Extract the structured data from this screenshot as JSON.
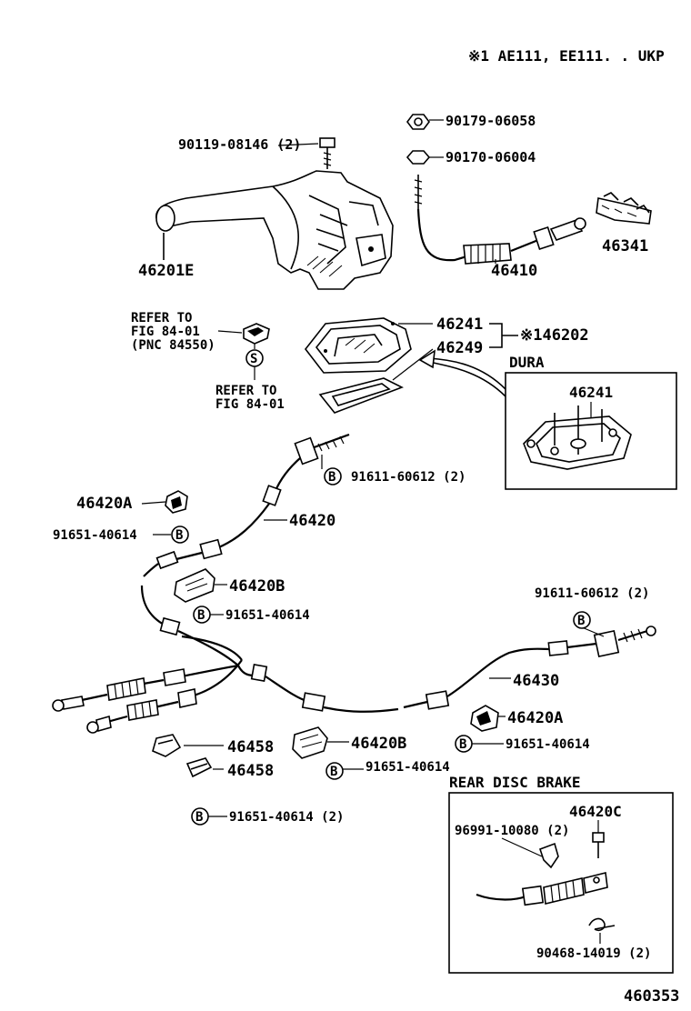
{
  "header_note": "※1 AE111, EE111. . UKP",
  "figure_number": "460353",
  "callouts": {
    "bolt_90119": "90119-08146 (2)",
    "nut_90179": "90179-06058",
    "nut_90170": "90170-06004",
    "lever_46201E": "46201E",
    "cable_46410": "46410",
    "clip_46341": "46341",
    "boot_46241": "46241",
    "seal_46249": "46249",
    "assembly_146202": "※146202",
    "refer_line1": "REFER TO",
    "refer_line2": "FIG 84-01",
    "refer_line3": "(PNC 84550)",
    "refer2_line1": "REFER TO",
    "refer2_line2": "FIG 84-01",
    "s_mark": "S",
    "dura_label": "DURA",
    "dura_part": "46241",
    "bolt_91611_upper": "91611-60612 (2)",
    "clamp_46420A_upper": "46420A",
    "bolt_91651_a": "91651-40614",
    "cable_46420": "46420",
    "bracket_46420B_upper": "46420B",
    "bolt_91651_b": "91651-40614",
    "bolt_91611_right": "91611-60612 (2)",
    "cable_46430": "46430",
    "clamp_46420A_lower": "46420A",
    "bolt_91651_c": "91651-40614",
    "clip_46458_a": "46458",
    "clip_46458_b": "46458",
    "bracket_46420B_lower": "46420B",
    "bolt_91651_d": "91651-40614",
    "bolt_91651_e": "91651-40614 (2)",
    "rear_disc_title": "REAR DISC BRAKE",
    "clip_96991": "96991-10080 (2)",
    "pin_46420C": "46420C",
    "clip_90468": "90468-14019 (2)",
    "b_mark": "B"
  }
}
